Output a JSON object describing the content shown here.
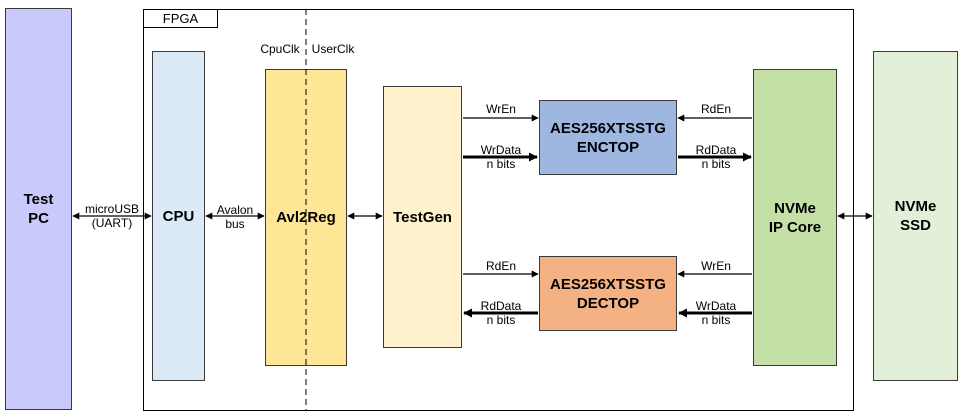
{
  "blocks": {
    "test_pc": "Test\nPC",
    "cpu": "CPU",
    "avl2reg": "Avl2Reg",
    "testgen": "TestGen",
    "enctop": "AES256XTSSTG\nENCTOP",
    "dectop": "AES256XTSSTG\nDECTOP",
    "nvme_ip": "NVMe\nIP Core",
    "nvme_ssd": "NVMe\nSSD"
  },
  "frame_label": "FPGA",
  "clock_labels": {
    "cpu_clk": "CpuClk",
    "user_clk": "UserClk"
  },
  "signals": {
    "microusb": "microUSB\n(UART)",
    "avalon": "Avalon\nbus",
    "enc_wren": "WrEn",
    "enc_wrdata": "WrData\nn bits",
    "enc_rden": "RdEn",
    "enc_rddata": "RdData\nn bits",
    "dec_rden": "RdEn",
    "dec_rddata": "RdData\nn bits",
    "dec_wren": "WrEn",
    "dec_wrdata": "WrData\nn bits"
  },
  "colors": {
    "test_pc": "#c9c9fb",
    "cpu": "#dce9f6",
    "avl2reg": "#ffe596",
    "testgen": "#fff1cc",
    "enctop": "#9db7e0",
    "dectop": "#f4b183",
    "nvme_ip": "#c5e0a6",
    "nvme_ssd": "#e2f0d9"
  }
}
